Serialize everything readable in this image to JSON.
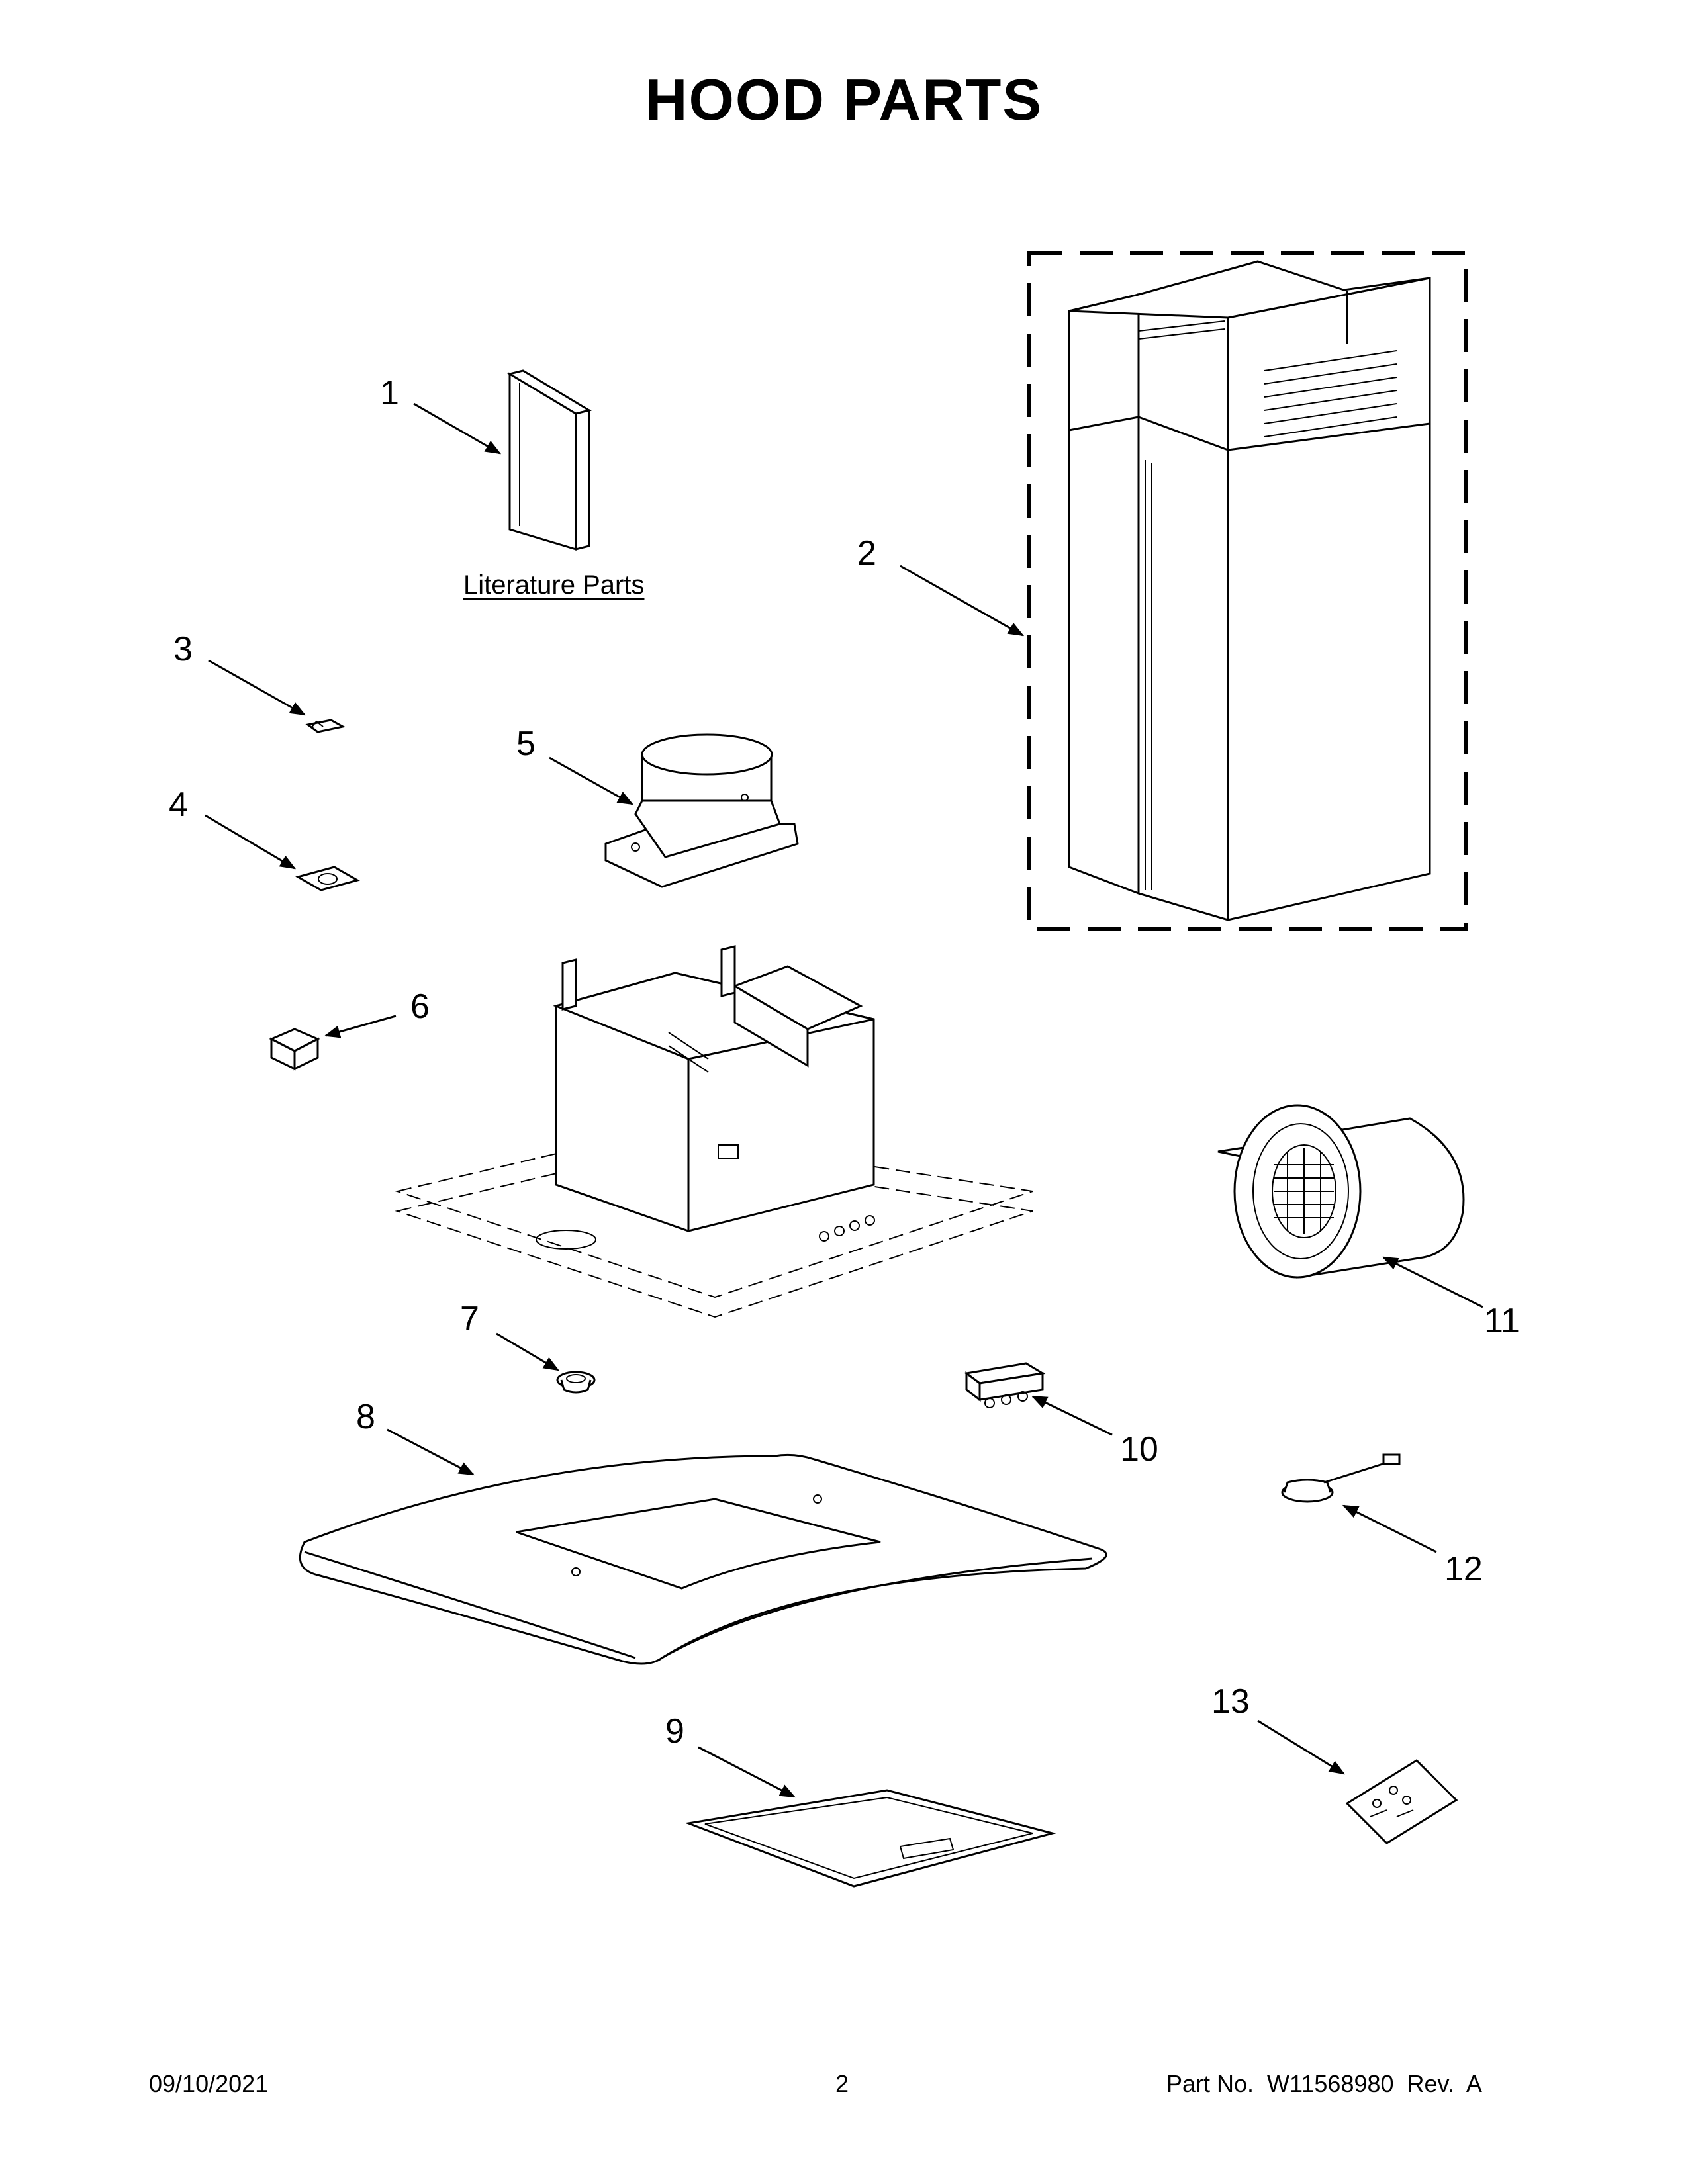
{
  "page": {
    "title": "HOOD PARTS",
    "literature_label": "Literature Parts"
  },
  "callouts": [
    "1",
    "2",
    "3",
    "4",
    "5",
    "6",
    "7",
    "8",
    "9",
    "10",
    "11",
    "12",
    "13"
  ],
  "footer": {
    "date": "09/10/2021",
    "page_number": "2",
    "part_info": "Part No.  W11568980  Rev.  A"
  }
}
